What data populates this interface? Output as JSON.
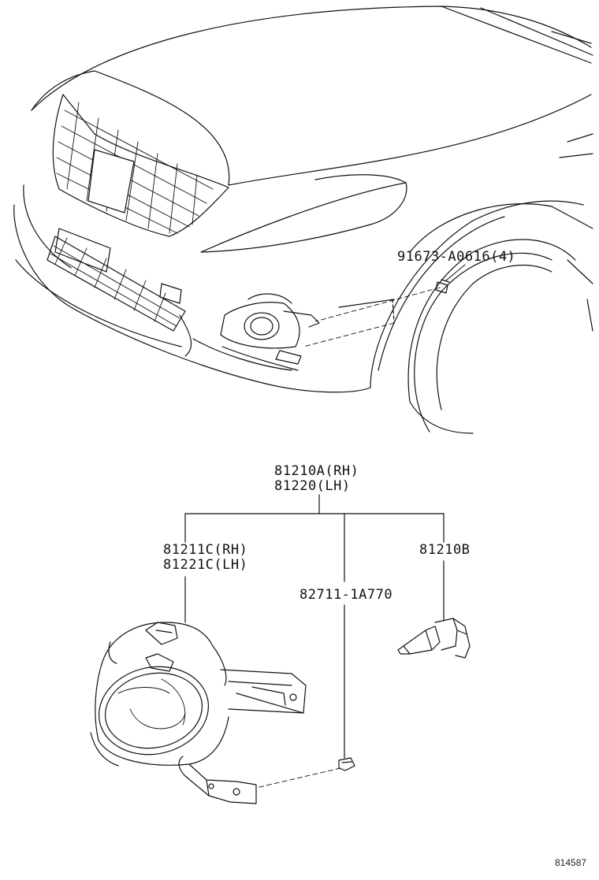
{
  "callouts": {
    "bolt": "91673-A0616(4)",
    "assembly_rh": "81210A(RH)",
    "assembly_lh": "81220(LH)",
    "housing_rh": "81211C(RH)",
    "housing_lh": "81221C(LH)",
    "clip": "82711-1A770",
    "bulb": "81210B"
  },
  "diagram_id": "814587",
  "colors": {
    "line": "#111111",
    "background": "#ffffff"
  }
}
